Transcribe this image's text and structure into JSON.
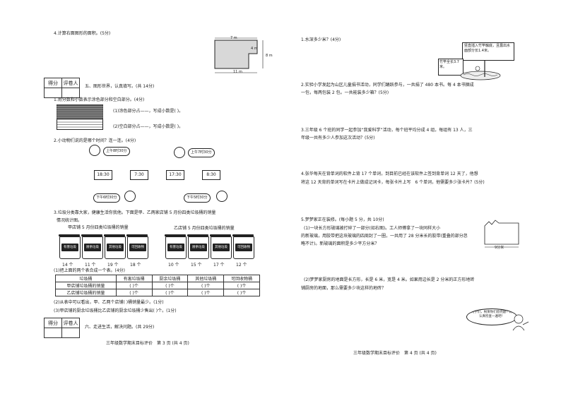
{
  "left": {
    "q4": {
      "title": "4.计算右面图形的面积。(5分)",
      "dim_top": "7 m",
      "dim_right_small": "4 m",
      "dim_right": "8 m",
      "dim_bottom": "11 m"
    },
    "score_box_1": {
      "col1": "得分",
      "col2": "评卷人"
    },
    "section5": {
      "title": "五、图形世界，认真填写。(共 14分)"
    },
    "q1": {
      "title": "1.用分数和小数表示涂色部分和空白部分。(4分)",
      "line1": "(1)涂色部分占——，写成小数是(     )。",
      "frac1": "()/()",
      "line2": "(2)空白部分占——，写成小数是(     )。",
      "frac2": "()/()"
    },
    "q2": {
      "title": "2.小动物们说的是哪个时间？连一连。(4分)",
      "bubbles": [
        "上午8时30分",
        "上午7时30分",
        "下午6时30分",
        "下午5时30分"
      ],
      "clocks": [
        "18:30",
        "7:30",
        "17:30",
        "8:30"
      ]
    },
    "q3": {
      "intro": "3.垃圾分类靠大家，健康生活你我他。下面是甲、乙两家店铺 5 月份四类垃圾桶的销量",
      "intro2": "情况统计图。",
      "chart_a_title": "甲店铺 5 月份四类垃圾桶的销量",
      "chart_b_title": "乙店铺 5 月份四类垃圾桶的销量",
      "bins": [
        "有害垃圾",
        "厨余垃圾",
        "其他垃圾",
        "可回收物"
      ],
      "counts_a": [
        "14 个",
        "11 个",
        "19 个",
        "18 个"
      ],
      "counts_b": [
        "10 个",
        "15 个",
        "17 个",
        "12 个"
      ],
      "sub1": "(1)把上面的两个表合成一个表。(4分)",
      "table_header": [
        "垃圾桶",
        "有害垃圾桶",
        "厨余垃圾桶",
        "其他垃圾桶",
        "可回收物桶"
      ],
      "table_rows": [
        [
          "甲店铺垃圾桶的销量",
          "(  )个",
          "(  )个",
          "(  )个",
          "(  )个"
        ],
        [
          "乙店铺垃圾桶的销量",
          "(  )个",
          "(  )个",
          "(  )个",
          "(  )个"
        ]
      ],
      "sub2": "(2)从表中可以看出，甲、乙两个店铺(        )桶销量最少。(1分)",
      "sub3": "(3)甲店铺的厨余垃圾桶比乙店铺的厨余垃圾桶少售出(     )个。(1分)"
    },
    "score_box_2": {
      "col1": "得分",
      "col2": "评卷人"
    },
    "section6": {
      "title": "六、走进生活，解决问题。(共 29分)"
    },
    "footer": "三年级数学期末目标评价　第 3 页 (共 4 页)"
  },
  "right": {
    "q1": {
      "title": "1.水深多少米？(4分)",
      "sign": "竖直插入竹竿触底，且露出水面部分长1.4米。",
      "tag": "竹竿全长3.7米。"
    },
    "q2": {
      "line1": "2.实验小学发起为山区儿童捐书活动，同学们踊跃参与，一共捐了 480 本书。每 4 本书捆成",
      "line2": "一包，每两包装 2 包。一共能装多少箱？(5分)"
    },
    "q3": {
      "line1": "3.三年级 6 个班的同学一起参加“我爱科学”活动，每个班平均分成 4 组，每组有 13 人，三",
      "line2": "年级一共有多少人参加这次活动？(5分)"
    },
    "q4": {
      "line1": "4.张华每天在背单词的软件上背 17 个单词，到目前已经在该软件上签到背单词 12 天了，他想",
      "line2": "将这 12 天背的单词写在卡片上做成记词卡，每张卡片上写　6 个单词，他需要多少张卡片？(5分)"
    },
    "q5": {
      "title": "5.梦梦家正在装修。(每小题 5 分，共 10分)",
      "p1_l1": "(1)一块长方形玻璃被打碎了一部分(如右图)。工人师傅拿了一块同样大小",
      "p1_l2": "的新玻璃，用胶带把这块玻璃的四周封了一圈，一共用了 28 分米长的胶带(重叠的部分忽",
      "p1_l3": "略不计)。新玻璃的面积是多少平方分米？",
      "glass_dim": "9分米",
      "p2_l1": "(2)梦梦家厨房的地面是长方形，长是 6 米，宽是 4 米。如果用边长是 2 分米的正方形地砖",
      "p2_l2": "铺厨房的地面，那么需要多少块这样的地砖？"
    },
    "bubble_end": "同学们，祝贺你们答完题！再认真检查一遍吧！",
    "footer": "三年级数学期末目标评价　第 4 页 (共 4 页)"
  }
}
